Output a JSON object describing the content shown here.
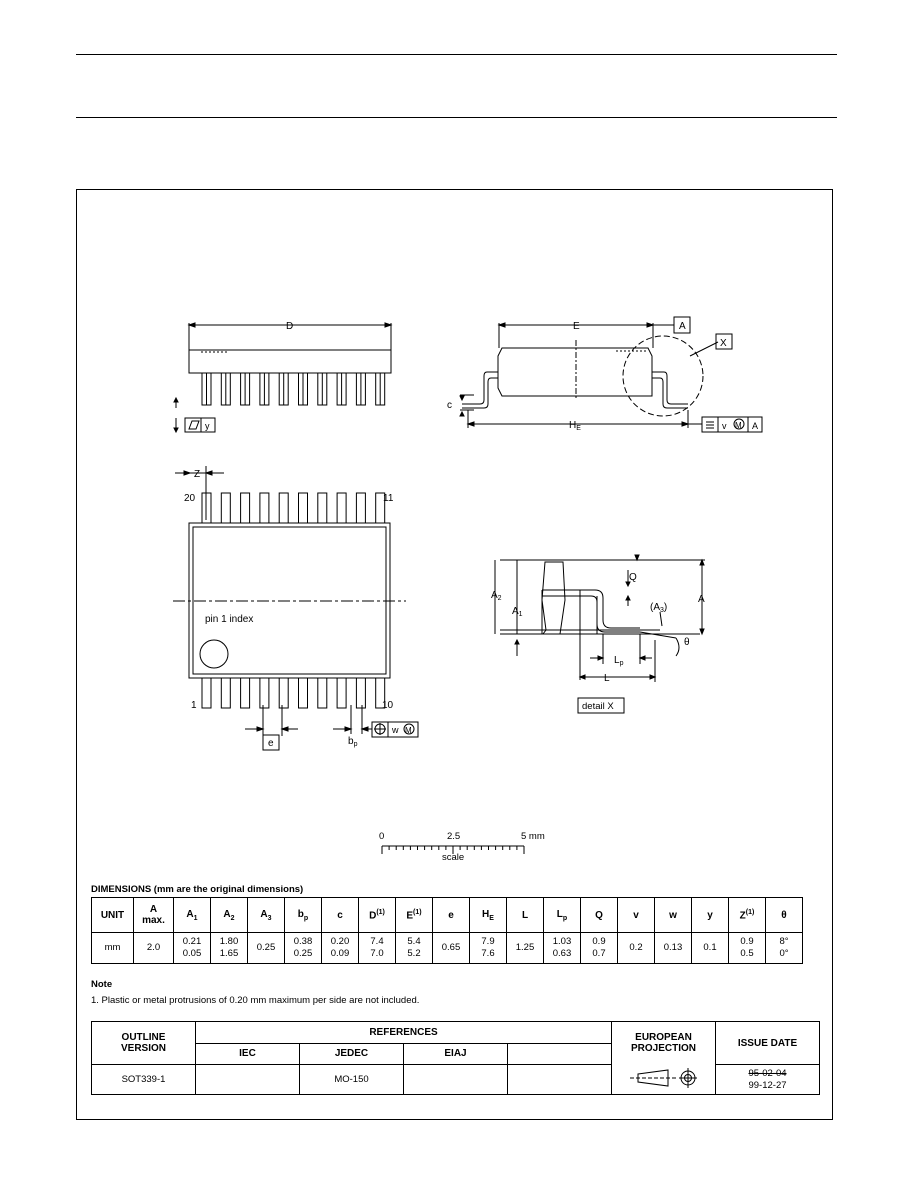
{
  "drawing": {
    "labels": {
      "D": "D",
      "E": "E",
      "A_box": "A",
      "X_box": "X",
      "HE_main": "H",
      "HE_sub": "E",
      "c": "c",
      "y": "y",
      "v": "v",
      "w": "w",
      "M": "M",
      "Z": "Z",
      "pin20": "20",
      "pin11": "11",
      "pin1": "1",
      "pin10": "10",
      "pin1_index": "pin 1 index",
      "e": "e",
      "bp_main": "b",
      "bp_sub": "p",
      "Q": "Q",
      "A2_main": "A",
      "A2_sub": "2",
      "A1_main": "A",
      "A1_sub": "1",
      "A3": "(A",
      "A3_sub": "3",
      "A3_close": ")",
      "A": "A",
      "theta": "θ",
      "Lp": "L",
      "Lp_sub": "p",
      "L": "L",
      "detail_x": "detail X"
    },
    "scale": {
      "tick0": "0",
      "tick1": "2.5",
      "tick2": "5 mm",
      "caption": "scale"
    }
  },
  "dimensions": {
    "title": "DIMENSIONS (mm are the original dimensions)",
    "headers": [
      {
        "main": "UNIT",
        "sub": "",
        "sup": ""
      },
      {
        "main": "A",
        "sub": "",
        "sup": "",
        "second": "max."
      },
      {
        "main": "A",
        "sub": "1",
        "sup": ""
      },
      {
        "main": "A",
        "sub": "2",
        "sup": ""
      },
      {
        "main": "A",
        "sub": "3",
        "sup": ""
      },
      {
        "main": "b",
        "sub": "p",
        "sup": ""
      },
      {
        "main": "c",
        "sub": "",
        "sup": ""
      },
      {
        "main": "D",
        "sub": "",
        "sup": "(1)"
      },
      {
        "main": "E",
        "sub": "",
        "sup": "(1)"
      },
      {
        "main": "e",
        "sub": "",
        "sup": ""
      },
      {
        "main": "H",
        "sub": "E",
        "sup": ""
      },
      {
        "main": "L",
        "sub": "",
        "sup": ""
      },
      {
        "main": "L",
        "sub": "p",
        "sup": ""
      },
      {
        "main": "Q",
        "sub": "",
        "sup": ""
      },
      {
        "main": "v",
        "sub": "",
        "sup": ""
      },
      {
        "main": "w",
        "sub": "",
        "sup": ""
      },
      {
        "main": "y",
        "sub": "",
        "sup": ""
      },
      {
        "main": "Z",
        "sub": "",
        "sup": "(1)"
      },
      {
        "main": "θ",
        "sub": "",
        "sup": ""
      }
    ],
    "values": [
      [
        "mm"
      ],
      [
        "2.0"
      ],
      [
        "0.21",
        "0.05"
      ],
      [
        "1.80",
        "1.65"
      ],
      [
        "0.25"
      ],
      [
        "0.38",
        "0.25"
      ],
      [
        "0.20",
        "0.09"
      ],
      [
        "7.4",
        "7.0"
      ],
      [
        "5.4",
        "5.2"
      ],
      [
        "0.65"
      ],
      [
        "7.9",
        "7.6"
      ],
      [
        "1.25"
      ],
      [
        "1.03",
        "0.63"
      ],
      [
        "0.9",
        "0.7"
      ],
      [
        "0.2"
      ],
      [
        "0.13"
      ],
      [
        "0.1"
      ],
      [
        "0.9",
        "0.5"
      ],
      [
        "8°",
        "0°"
      ]
    ]
  },
  "note": {
    "title": "Note",
    "text": "1. Plastic or metal protrusions of 0.20 mm maximum per side are not included."
  },
  "references": {
    "outline_version_header": "OUTLINE VERSION",
    "references_header": "REFERENCES",
    "iec_header": "IEC",
    "jedec_header": "JEDEC",
    "eiaj_header": "EIAJ",
    "european_projection_header": "EUROPEAN PROJECTION",
    "issue_date_header": "ISSUE DATE",
    "outline_version": "SOT339-1",
    "iec": "",
    "jedec": "MO-150",
    "eiaj": "",
    "issue_date_old": "95-02-04",
    "issue_date_new": "99-12-27"
  }
}
